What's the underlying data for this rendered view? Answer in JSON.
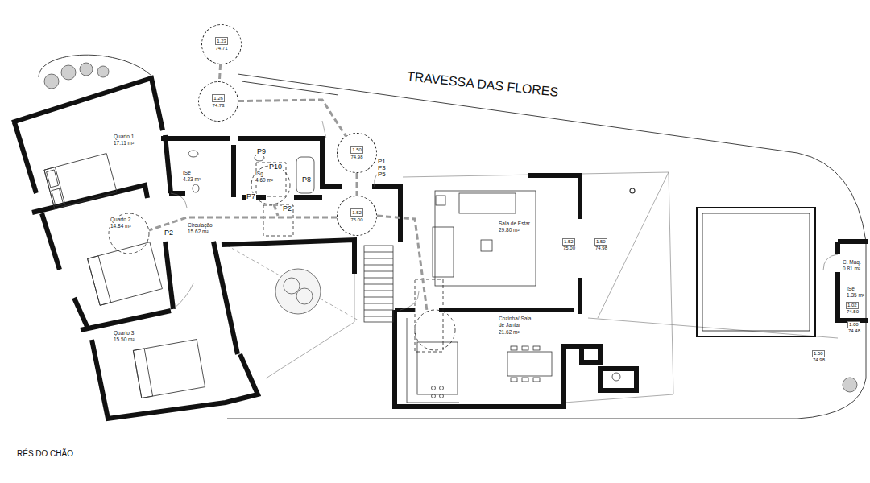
{
  "diagram": {
    "nodes": [
      {
        "text": [
          "Quarto 1",
          "17.11 m²"
        ]
      },
      {
        "text": [
          "ISe",
          "4.23 m²"
        ]
      },
      {
        "text": [
          "ISg",
          "4.60 m²"
        ]
      },
      {
        "text": [
          "Quarto 2",
          "14.84 m²"
        ]
      },
      {
        "text": [
          "Circulação",
          "15.62 m²"
        ]
      },
      {
        "text": [
          "Quarto 3",
          "15.50 m²"
        ]
      },
      {
        "text": [
          "Sala de Estar",
          "29.80 m²"
        ]
      },
      {
        "text": [
          "Cozinha/ Sala de Jantar",
          "21.62 m²"
        ]
      },
      {
        "text": [
          "C. Maq.",
          "0.81 m²"
        ]
      },
      {
        "text": [
          "ISe",
          "1.35 m²"
        ]
      },
      {
        "text": [
          "1.23",
          "74.71"
        ]
      },
      {
        "text": [
          "1.26",
          "74.73"
        ]
      },
      {
        "text": [
          "1.50",
          "74.98"
        ]
      },
      {
        "text": [
          "1.52",
          "75.00"
        ]
      }
    ],
    "edges": [
      {
        "from": 10,
        "to": 11,
        "arrow": "none"
      },
      {
        "from": 11,
        "to": 12,
        "arrow": "none"
      },
      {
        "from": 12,
        "to": 13,
        "arrow": "none"
      }
    ],
    "labels": [
      "TRAVESSA DAS FLORES",
      "RÉS DO CHÃO",
      "P9",
      "P10",
      "P8",
      "P7",
      "P2",
      "P2",
      "P1",
      "P3",
      "P5",
      "1.52",
      "75.00",
      "1.50",
      "74.98",
      "1.02",
      "74.50",
      "1.00",
      "74.48",
      "1.50",
      "74.98"
    ]
  }
}
